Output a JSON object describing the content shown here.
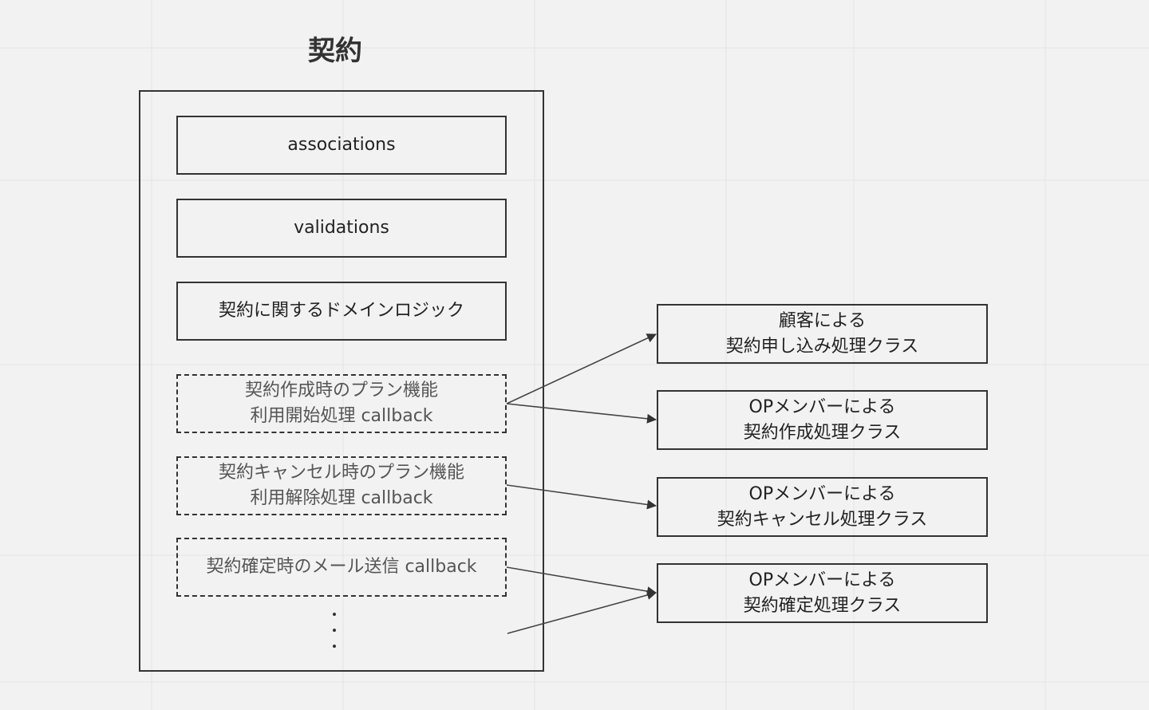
{
  "title": "契約",
  "model_items": [
    {
      "lines": [
        "associations"
      ]
    },
    {
      "lines": [
        "validations"
      ]
    },
    {
      "lines": [
        "契約に関するドメインロジック"
      ]
    }
  ],
  "callbacks": [
    {
      "lines": [
        "契約作成時のプラン機能",
        "利用開始処理 callback"
      ]
    },
    {
      "lines": [
        "契約キャンセル時のプラン機能",
        "利用解除処理 callback"
      ]
    },
    {
      "lines": [
        "契約確定時のメール送信 callback"
      ]
    }
  ],
  "classes": [
    {
      "lines": [
        "顧客による",
        "契約申し込み処理クラス"
      ]
    },
    {
      "lines": [
        "OPメンバーによる",
        "契約作成処理クラス"
      ]
    },
    {
      "lines": [
        "OPメンバーによる",
        "契約キャンセル処理クラス"
      ]
    },
    {
      "lines": [
        "OPメンバーによる",
        "契約確定処理クラス"
      ]
    }
  ],
  "colors": {
    "background": "#f2f2f2",
    "stroke": "#333333"
  }
}
